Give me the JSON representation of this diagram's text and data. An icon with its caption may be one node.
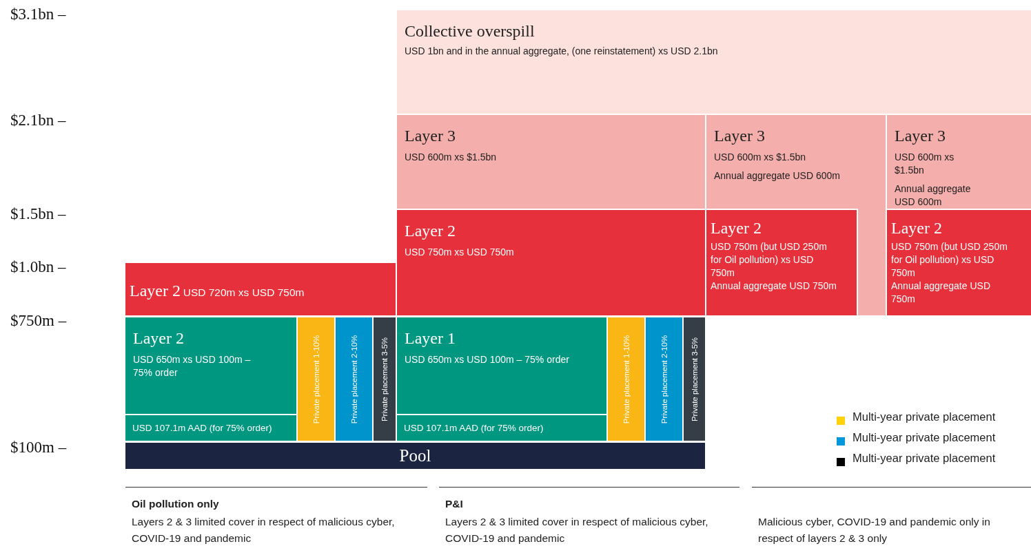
{
  "diagram": {
    "nodes": [
      {
        "text": [
          "Collective overspill",
          "USD 1bn and in the annual aggregate, (one reinstatement) xs USD 2.1bn"
        ]
      },
      {
        "text": [
          "Layer 3",
          "USD 600m xs $1.5bn"
        ]
      },
      {
        "text": [
          "Layer 3",
          "USD 600m xs $1.5bn",
          "Annual aggregate USD 600m"
        ]
      },
      {
        "text": [
          "Layer 3",
          "USD 600m xs $1.5bn",
          "Annual aggregate USD 600m"
        ]
      },
      {
        "text": [
          "Layer 2",
          "USD 750m xs USD 750m"
        ]
      },
      {
        "text": [
          "Layer 2",
          "USD 750m (but USD 250m for Oil pollution) xs USD 750m",
          "Annual aggregate USD 750m"
        ]
      },
      {
        "text": [
          "Layer 2",
          "USD 750m (but USD 250m for Oil pollution) xs USD 750m",
          "Annual aggregate USD 750m"
        ]
      },
      {
        "text": [
          "Layer 2",
          "USD 720m xs USD 750m"
        ]
      },
      {
        "text": [
          "Layer 2",
          "USD 650m xs USD 100m – 75% order"
        ]
      },
      {
        "text": [
          "USD 107.1m AAD (for 75% order)"
        ]
      },
      {
        "text": [
          "Private placement 1-10%"
        ]
      },
      {
        "text": [
          "Private placement 2-10%"
        ]
      },
      {
        "text": [
          "Private placement 3-5%"
        ]
      },
      {
        "text": [
          "Layer 1",
          "USD 650m xs USD 100m – 75% order"
        ]
      },
      {
        "text": [
          "USD 107.1m AAD (for 75% order)"
        ]
      },
      {
        "text": [
          "Private placement 1-10%"
        ]
      },
      {
        "text": [
          "Private placement 2-10%"
        ]
      },
      {
        "text": [
          "Private placement 3-5%"
        ]
      },
      {
        "text": [
          "Pool"
        ]
      }
    ],
    "labels": [
      "$3.1bn –",
      "$2.1bn –",
      "$1.5bn –",
      "$1.0bn –",
      "$750m –",
      "$100m –",
      "Oil pollution only",
      "Layers 2 & 3 limited cover in respect of malicious cyber, COVID-19 and pandemic",
      "P&I",
      "Layers 2 & 3 limited cover in respect of malicious cyber, COVID-19 and pandemic",
      "Malicious cyber, COVID-19 and pandemic only in respect of layers 2 & 3 only"
    ],
    "legend": [
      {
        "text": "Multi-year private placement",
        "color": "#fdd20a"
      },
      {
        "text": "Multi-year private placement",
        "color": "#0096dc"
      },
      {
        "text": "Multi-year private placement",
        "color": "#000000"
      }
    ]
  }
}
